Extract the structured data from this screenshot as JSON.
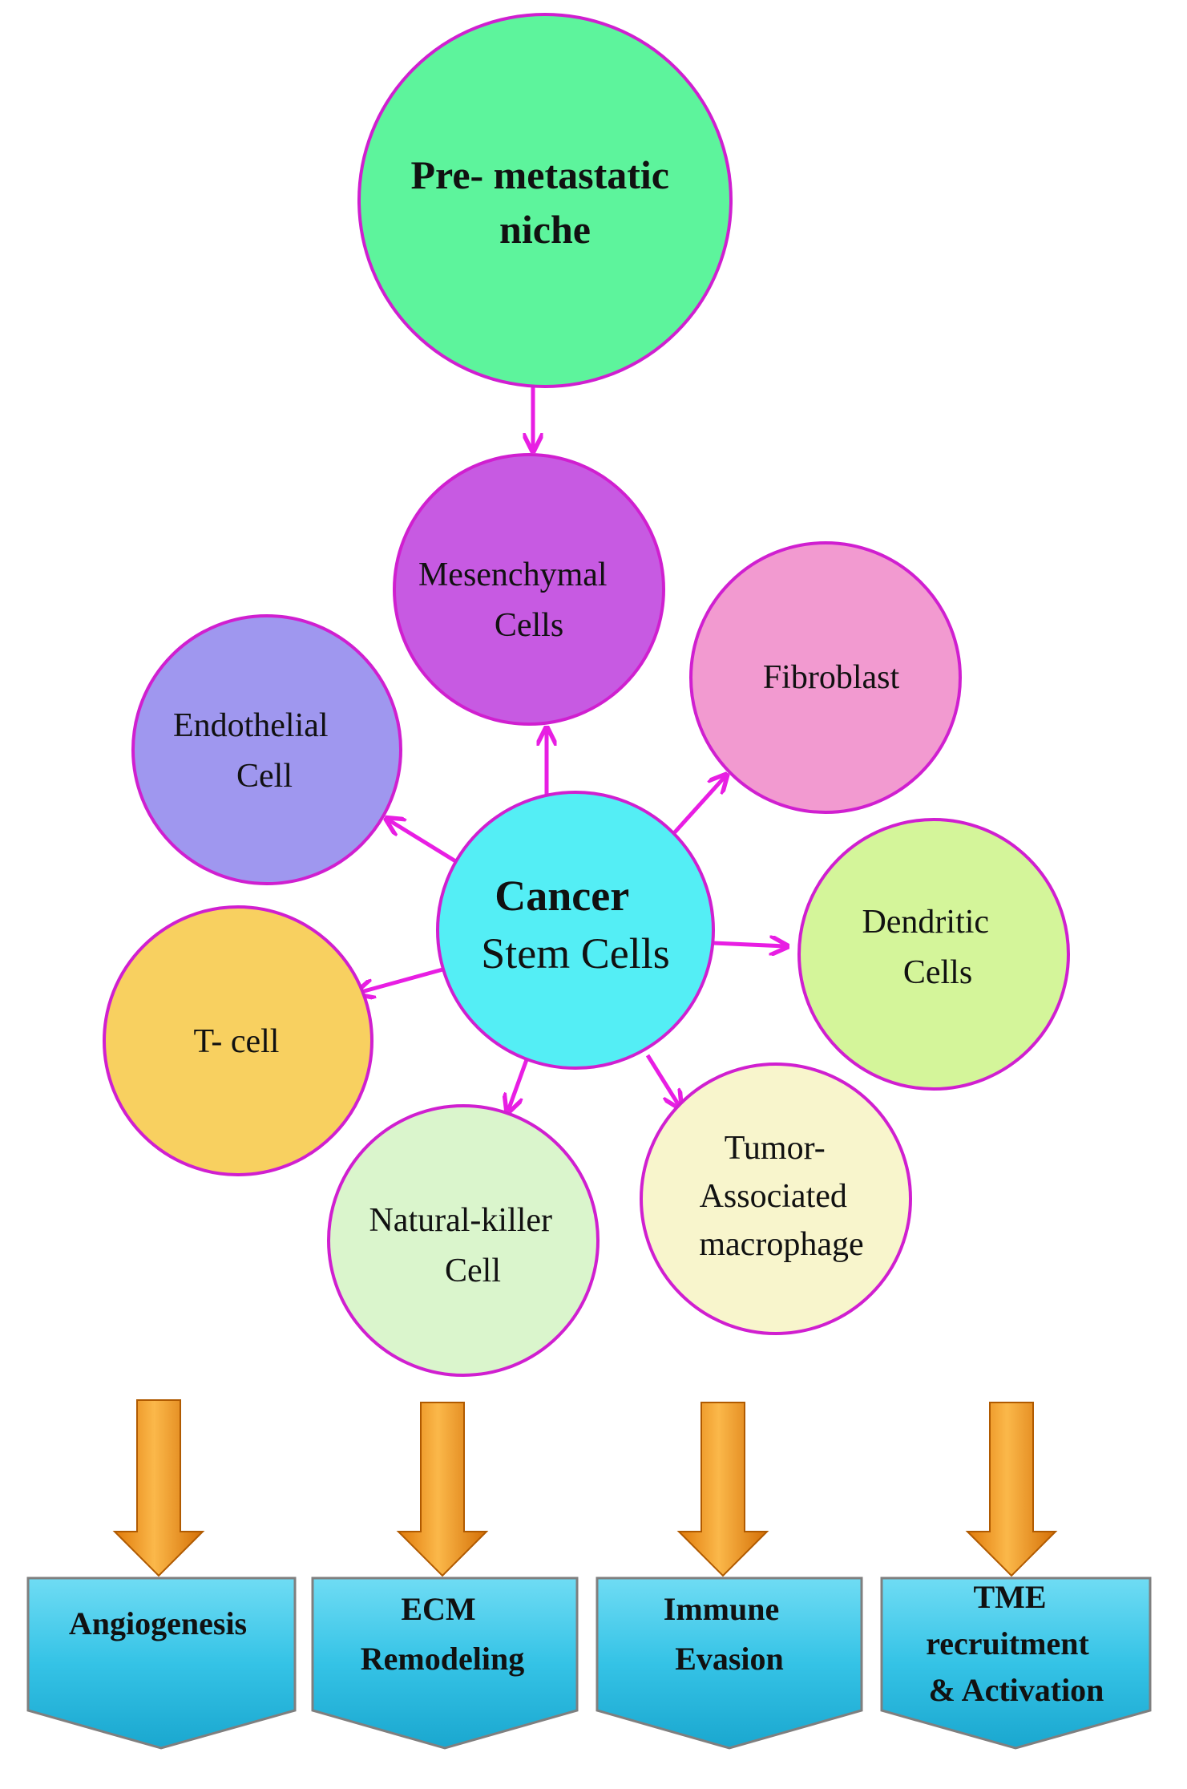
{
  "colors": {
    "arrow": "#e81ee3",
    "node_outline": "#d01fd0",
    "box_fill": "#3ec8e8",
    "box_outline": "#7f7f7f",
    "down_arrow": "#f59a16"
  },
  "nodes": {
    "premetastatic": {
      "lines": [
        "Pre- metastatic",
        "niche"
      ],
      "fill": "#5df49c"
    },
    "mesenchymal": {
      "lines": [
        "Mesenchymal",
        "Cells"
      ],
      "fill": "#c75ae2"
    },
    "fibroblast": {
      "lines": [
        "Fibroblast"
      ],
      "fill": "#f29ad0"
    },
    "endothelial": {
      "lines": [
        "Endothelial",
        "Cell"
      ],
      "fill": "#9f97ef"
    },
    "cancer": {
      "lines": [
        "Cancer",
        "Stem Cells"
      ],
      "fill": "#54eef5"
    },
    "dendritic": {
      "lines": [
        "Dendritic",
        "Cells"
      ],
      "fill": "#d4f59a"
    },
    "tcell": {
      "lines": [
        "T- cell"
      ],
      "fill": "#f8d060"
    },
    "nkcell": {
      "lines": [
        "Natural-killer",
        "Cell"
      ],
      "fill": "#daf5cc"
    },
    "tam": {
      "lines": [
        "Tumor-",
        "Associated",
        "macrophage"
      ],
      "fill": "#f8f5cc"
    }
  },
  "outcomes": [
    {
      "lines": [
        "Angiogenesis"
      ]
    },
    {
      "lines": [
        "ECM",
        "Remodeling"
      ]
    },
    {
      "lines": [
        "Immune",
        "Evasion"
      ]
    },
    {
      "lines": [
        "TME",
        "recruitment",
        "& Activation"
      ]
    }
  ]
}
